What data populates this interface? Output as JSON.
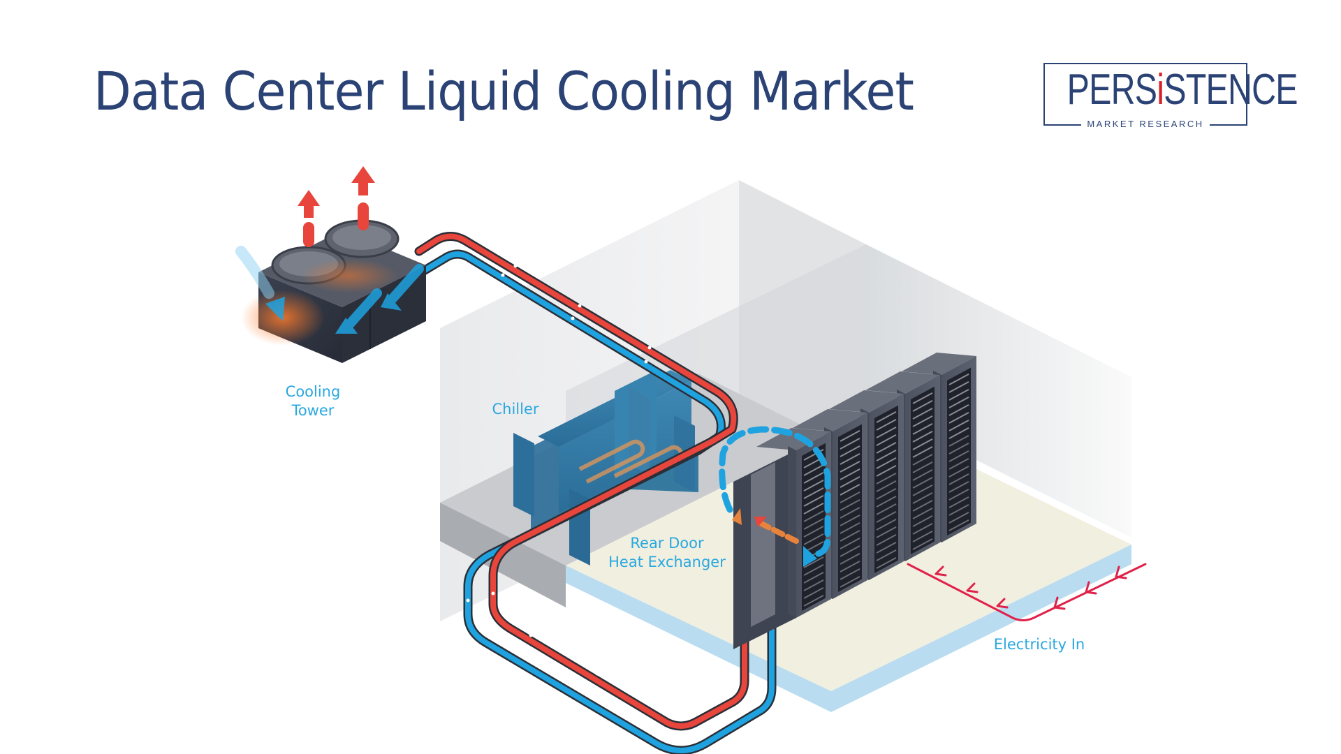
{
  "header": {
    "title": "Data Center Liquid Cooling Market"
  },
  "logo": {
    "brand_prefix": "PERS",
    "brand_accent": "i",
    "brand_suffix": "STENCE",
    "tagline": "MARKET RESEARCH"
  },
  "diagram": {
    "labels": {
      "cooling_tower_line1": "Cooling",
      "cooling_tower_line2": "Tower",
      "chiller": "Chiller",
      "rear_door_line1": "Rear Door",
      "rear_door_line2": "Heat Exchanger",
      "electricity": "Electricity In"
    },
    "server_rack_count": 5,
    "colors": {
      "brand_navy": "#2b4275",
      "brand_red": "#d7222b",
      "hot_pipe": "#e8453c",
      "cold_pipe": "#1fa3e0",
      "label_blue": "#29a8df",
      "power_line": "#e0214a",
      "floor": "#f1efe0",
      "floor_edge": "#b9dcf0",
      "rack": "#5d6270"
    }
  }
}
